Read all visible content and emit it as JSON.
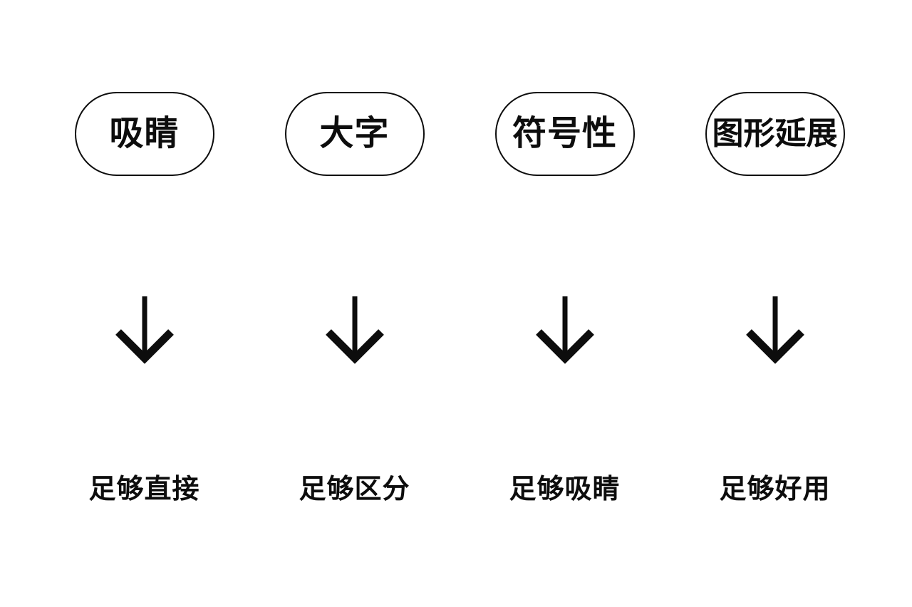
{
  "page": {
    "background_color": "#ffffff",
    "ink_color": "#0d0d0d"
  },
  "icons": {
    "arrow": "down-arrow-icon"
  },
  "columns": [
    {
      "pill": "吸睛",
      "result": "足够直接"
    },
    {
      "pill": "大字",
      "result": "足够区分"
    },
    {
      "pill": "符号性",
      "result": "足够吸睛"
    },
    {
      "pill": "图形延展",
      "result": "足够好用"
    }
  ]
}
